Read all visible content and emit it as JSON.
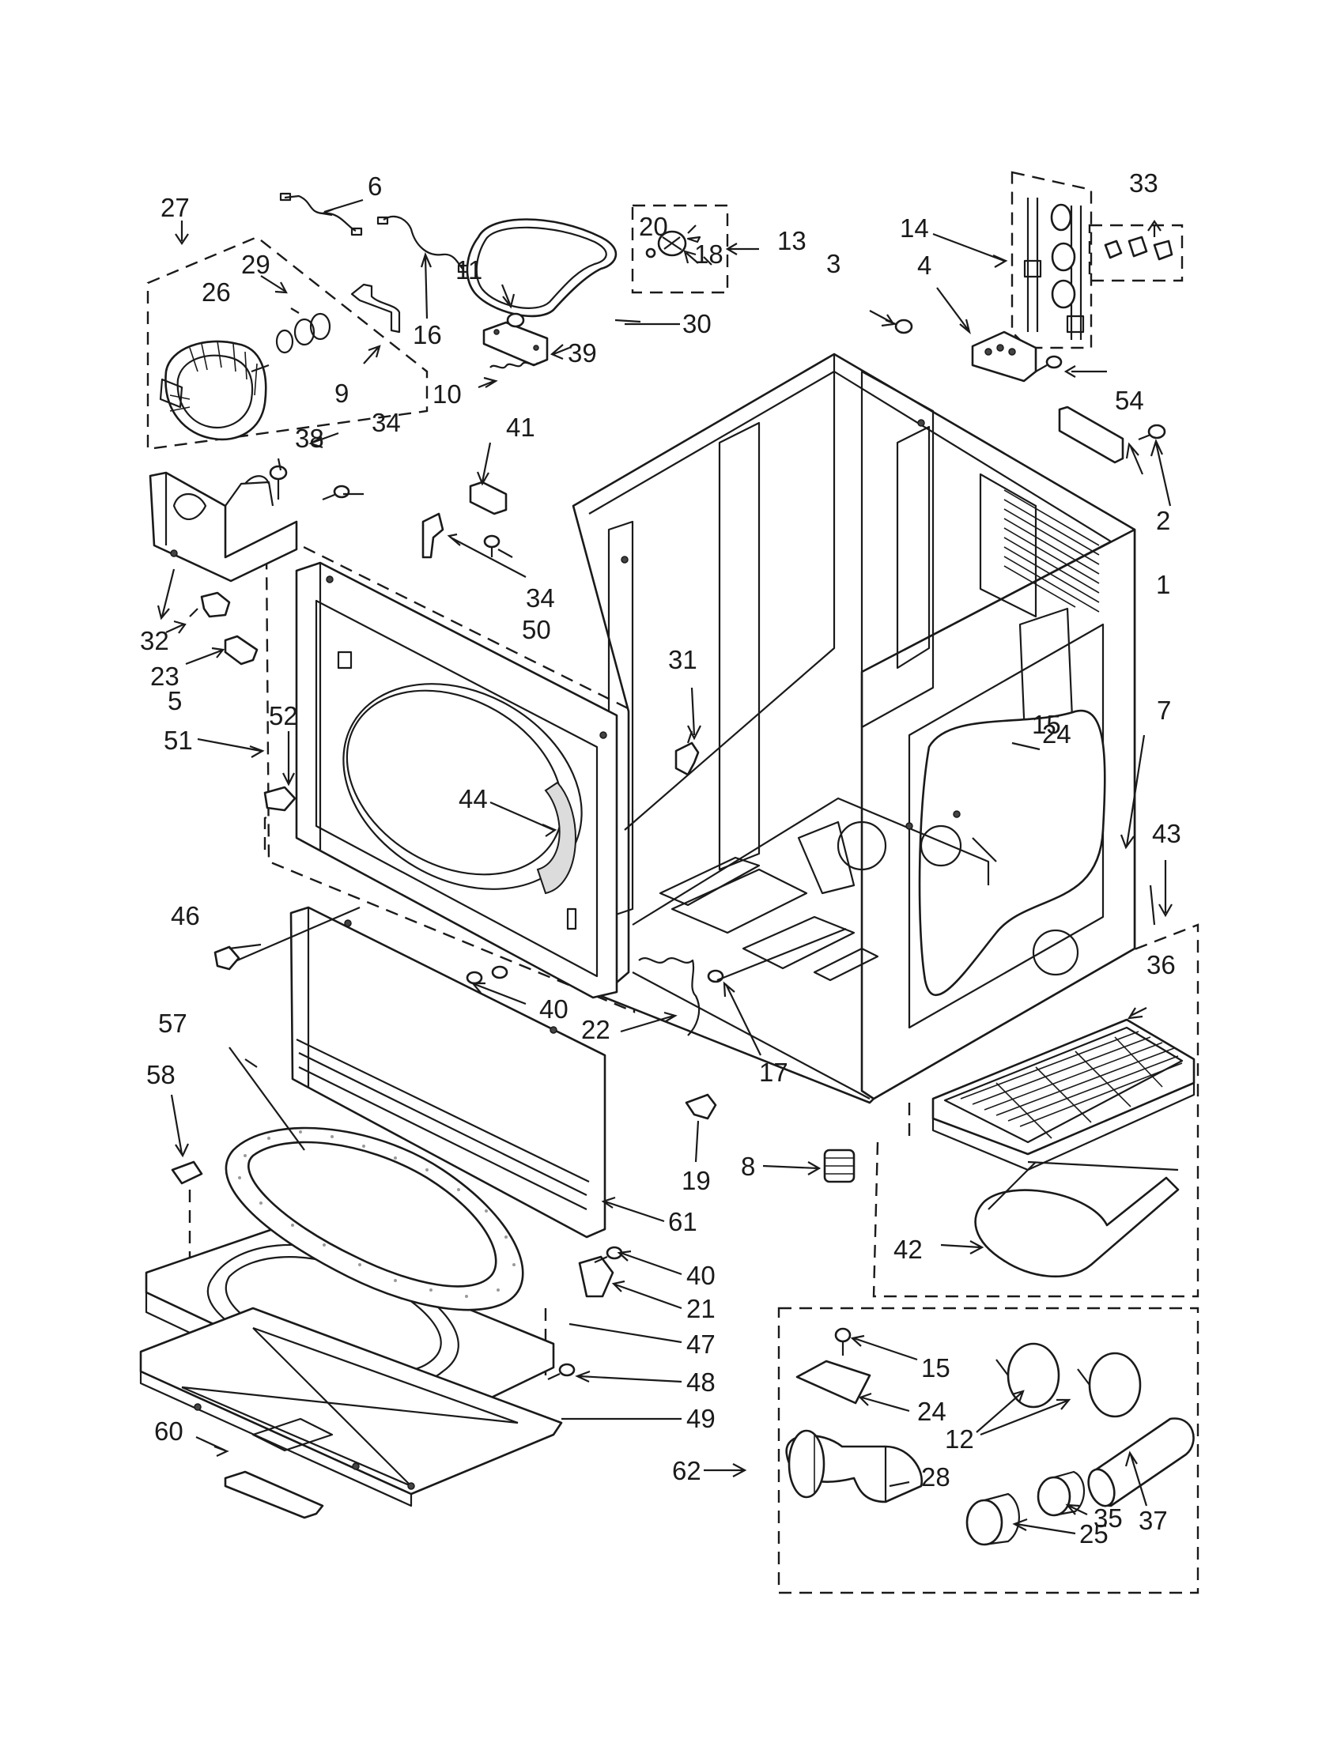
{
  "diagram": {
    "callouts": [
      {
        "id": "c1",
        "text": "1"
      },
      {
        "id": "c2",
        "text": "2"
      },
      {
        "id": "c3",
        "text": "3"
      },
      {
        "id": "c4",
        "text": "4"
      },
      {
        "id": "c5",
        "text": "5"
      },
      {
        "id": "c6",
        "text": "6"
      },
      {
        "id": "c7",
        "text": "7"
      },
      {
        "id": "c8",
        "text": "8"
      },
      {
        "id": "c9",
        "text": "9"
      },
      {
        "id": "c10",
        "text": "10"
      },
      {
        "id": "c11",
        "text": "11"
      },
      {
        "id": "c12",
        "text": "12"
      },
      {
        "id": "c13",
        "text": "13"
      },
      {
        "id": "c14",
        "text": "14"
      },
      {
        "id": "c15a",
        "text": "15"
      },
      {
        "id": "c15b",
        "text": "15"
      },
      {
        "id": "c16",
        "text": "16"
      },
      {
        "id": "c17",
        "text": "17"
      },
      {
        "id": "c18",
        "text": "18"
      },
      {
        "id": "c19",
        "text": "19"
      },
      {
        "id": "c20",
        "text": "20"
      },
      {
        "id": "c21",
        "text": "21"
      },
      {
        "id": "c22",
        "text": "22"
      },
      {
        "id": "c23",
        "text": "23"
      },
      {
        "id": "c24a",
        "text": "24"
      },
      {
        "id": "c24b",
        "text": "24"
      },
      {
        "id": "c25",
        "text": "25"
      },
      {
        "id": "c26",
        "text": "26"
      },
      {
        "id": "c27",
        "text": "27"
      },
      {
        "id": "c28",
        "text": "28"
      },
      {
        "id": "c29",
        "text": "29"
      },
      {
        "id": "c30",
        "text": "30"
      },
      {
        "id": "c31",
        "text": "31"
      },
      {
        "id": "c32",
        "text": "32"
      },
      {
        "id": "c33",
        "text": "33"
      },
      {
        "id": "c34a",
        "text": "34"
      },
      {
        "id": "c34b",
        "text": "34"
      },
      {
        "id": "c35",
        "text": "35"
      },
      {
        "id": "c36",
        "text": "36"
      },
      {
        "id": "c37",
        "text": "37"
      },
      {
        "id": "c38",
        "text": "38"
      },
      {
        "id": "c39",
        "text": "39"
      },
      {
        "id": "c40a",
        "text": "40"
      },
      {
        "id": "c40b",
        "text": "40"
      },
      {
        "id": "c41",
        "text": "41"
      },
      {
        "id": "c42",
        "text": "42"
      },
      {
        "id": "c43",
        "text": "43"
      },
      {
        "id": "c44",
        "text": "44"
      },
      {
        "id": "c46",
        "text": "46"
      },
      {
        "id": "c47",
        "text": "47"
      },
      {
        "id": "c48",
        "text": "48"
      },
      {
        "id": "c49",
        "text": "49"
      },
      {
        "id": "c50",
        "text": "50"
      },
      {
        "id": "c51",
        "text": "51"
      },
      {
        "id": "c52",
        "text": "52"
      },
      {
        "id": "c54",
        "text": "54"
      },
      {
        "id": "c57",
        "text": "57"
      },
      {
        "id": "c58",
        "text": "58"
      },
      {
        "id": "c60",
        "text": "60"
      },
      {
        "id": "c61",
        "text": "61"
      },
      {
        "id": "c62",
        "text": "62"
      }
    ]
  }
}
